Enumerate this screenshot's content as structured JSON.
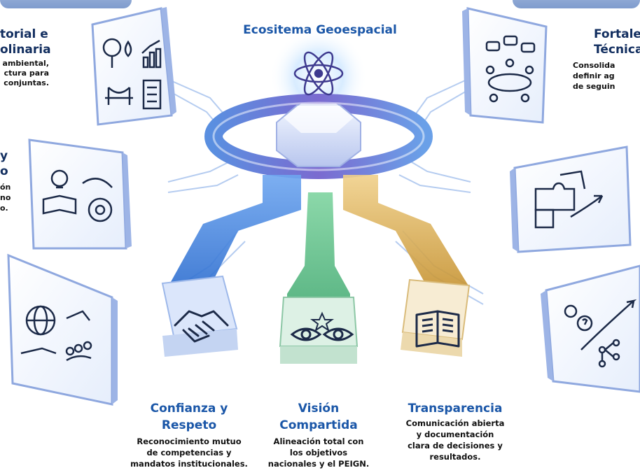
{
  "center": {
    "title": "Ecositema Geoespacial"
  },
  "pillars": [
    {
      "title_line1": "Confianza y",
      "title_line2": "Respeto",
      "desc": [
        "Reconocimiento mutuo",
        "de competencias y",
        "mandatos institucionales."
      ],
      "color": "#3c82d8"
    },
    {
      "title_line1": "Visión",
      "title_line2": "Compartida",
      "desc": [
        "Alineación total con",
        "los objetivos",
        "nacionales y el PEIGN."
      ],
      "color": "#3aa46a"
    },
    {
      "title_line1": "Transparencia",
      "title_line2": "",
      "desc": [
        "Comunicación abierta",
        "y documentación",
        "clara de decisiones y",
        "resultados."
      ],
      "color": "#d4a64a"
    }
  ],
  "left_blocks": [
    {
      "title_lines": [
        "torial e",
        "olinaria"
      ],
      "desc": [
        "ambiental,",
        "ctura para",
        "conjuntas."
      ]
    },
    {
      "title_lines": [
        "y",
        "o"
      ],
      "desc": [
        "ón",
        "no",
        "o."
      ]
    }
  ],
  "right_block": {
    "title_lines": [
      "Fortale",
      "Técnica"
    ],
    "desc": [
      "Consolida",
      "definir ag",
      "de seguin"
    ]
  },
  "colors": {
    "accent_blue": "#1b57a8",
    "navy": "#132f60",
    "panel_blue": "#c8d8f4",
    "glow": "#cfe6ff"
  },
  "icons": [
    "tree-icon",
    "water-drop-icon",
    "bar-chart-icon",
    "bridge-icon",
    "building-icon",
    "lightbulb-book-icon",
    "gear-wrench-icon",
    "globe-icon",
    "hands-people-icon",
    "handshake-icon",
    "eyes-star-icon",
    "open-book-icon",
    "meeting-table-icon",
    "puzzle-icon",
    "network-growth-icon",
    "atom-icon"
  ]
}
